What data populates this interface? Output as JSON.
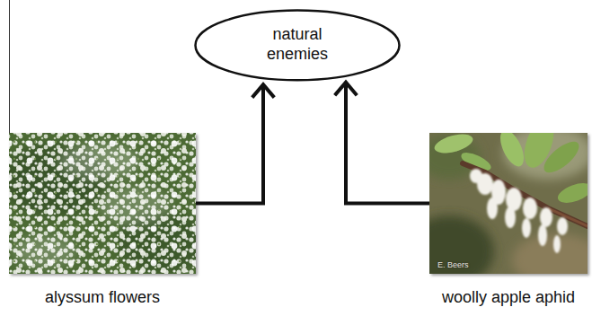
{
  "diagram": {
    "nodes": [
      {
        "text": [
          "natural enemies"
        ]
      },
      {
        "text": [
          "alyssum flowers"
        ]
      },
      {
        "text": [
          "woolly apple aphid"
        ]
      }
    ],
    "edges": [
      {
        "from": 1,
        "to": 0,
        "arrow": "to"
      },
      {
        "from": 2,
        "to": 0,
        "arrow": "to"
      }
    ],
    "labels": [
      "E. Beers"
    ]
  }
}
